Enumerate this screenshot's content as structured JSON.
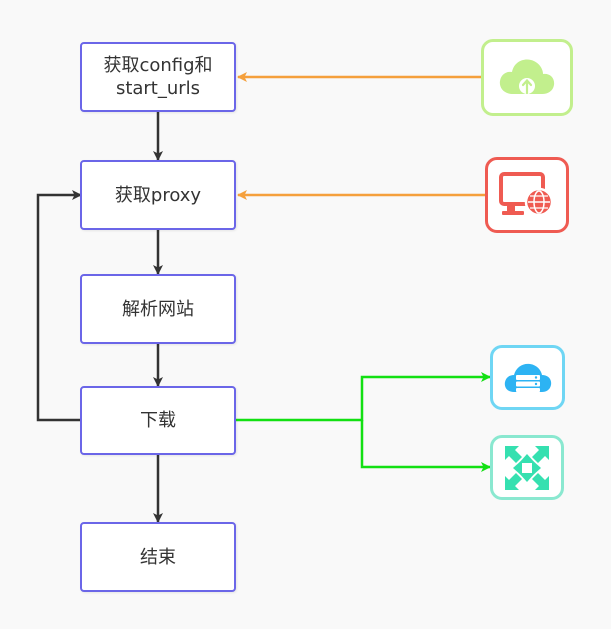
{
  "nodes": {
    "get_config": {
      "label": "获取config和\nstart_urls"
    },
    "get_proxy": {
      "label": "获取proxy"
    },
    "parse_site": {
      "label": "解析网站"
    },
    "download": {
      "label": "下载"
    },
    "end": {
      "label": "结束"
    }
  },
  "icons": {
    "config_source": "cloud-upload-icon",
    "proxy_source": "monitor-globe-icon",
    "storage_target": "cloud-server-icon",
    "expand_target": "expand-arrows-icon"
  },
  "colors": {
    "node_border": "#6b66e8",
    "flow_arrow": "#333333",
    "input_arrow": "#f5a03c",
    "output_arrow": "#12e012",
    "cloud_upload": "#c2ef8d",
    "monitor_globe": "#ef5b52",
    "cloud_server": "#2db3f3",
    "expand_arrows": "#35e0b0"
  }
}
